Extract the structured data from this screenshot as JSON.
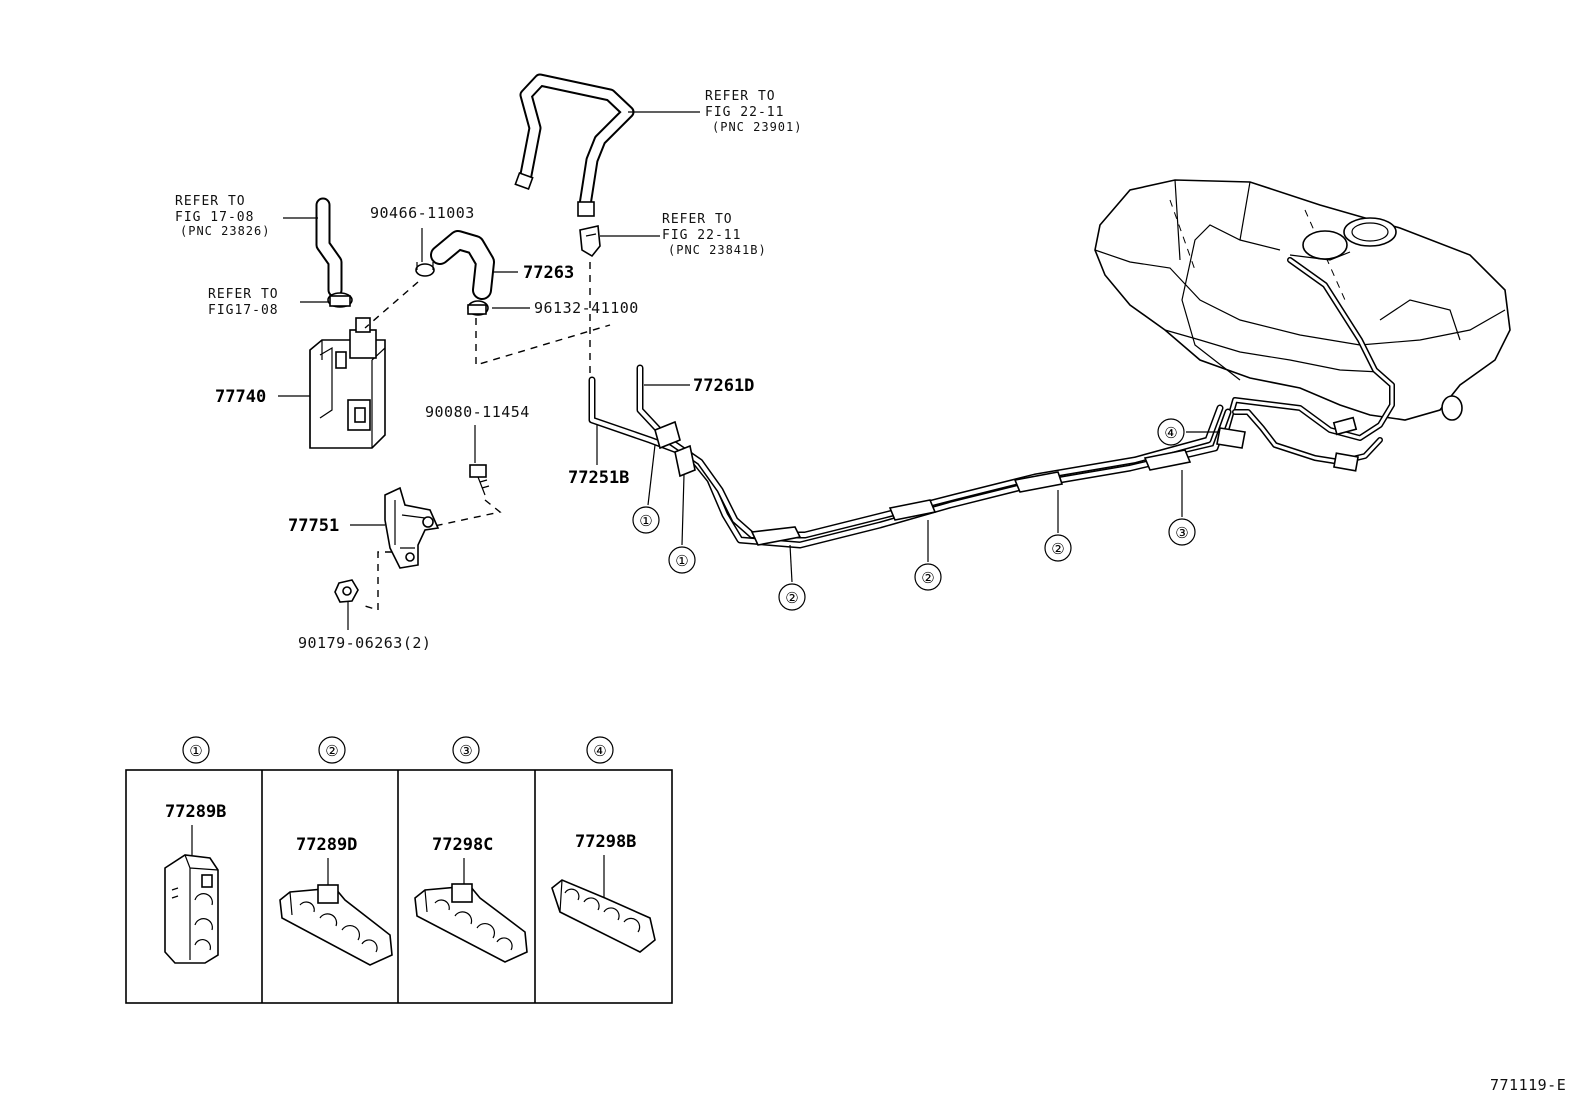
{
  "refs": {
    "r1": {
      "line1": "REFER TO",
      "line2": "FIG 22-11",
      "line3": "(PNC 23901)"
    },
    "r2": {
      "line1": "REFER TO",
      "line2": "FIG 17-08",
      "line3": "(PNC 23826)"
    },
    "r3": {
      "line1": "REFER TO",
      "line2": "FIG 22-11",
      "line3": "(PNC 23841B)"
    },
    "r4": {
      "line1": "REFER TO",
      "line2": "FIG17-08"
    }
  },
  "parts": {
    "p90466": "90466-11003",
    "p77263": "77263",
    "p96132": "96132-41100",
    "p77740": "77740",
    "p90080": "90080-11454",
    "p77751": "77751",
    "p90179": "90179-06263(2)",
    "p77261D": "77261D",
    "p77251B": "77251B"
  },
  "callouts": [
    "①",
    "②",
    "③",
    "④"
  ],
  "legend": [
    {
      "marker": "①",
      "part": "77289B"
    },
    {
      "marker": "②",
      "part": "77289D"
    },
    {
      "marker": "③",
      "part": "77298C"
    },
    {
      "marker": "④",
      "part": "77298B"
    }
  ],
  "figure_id": "771119-E"
}
